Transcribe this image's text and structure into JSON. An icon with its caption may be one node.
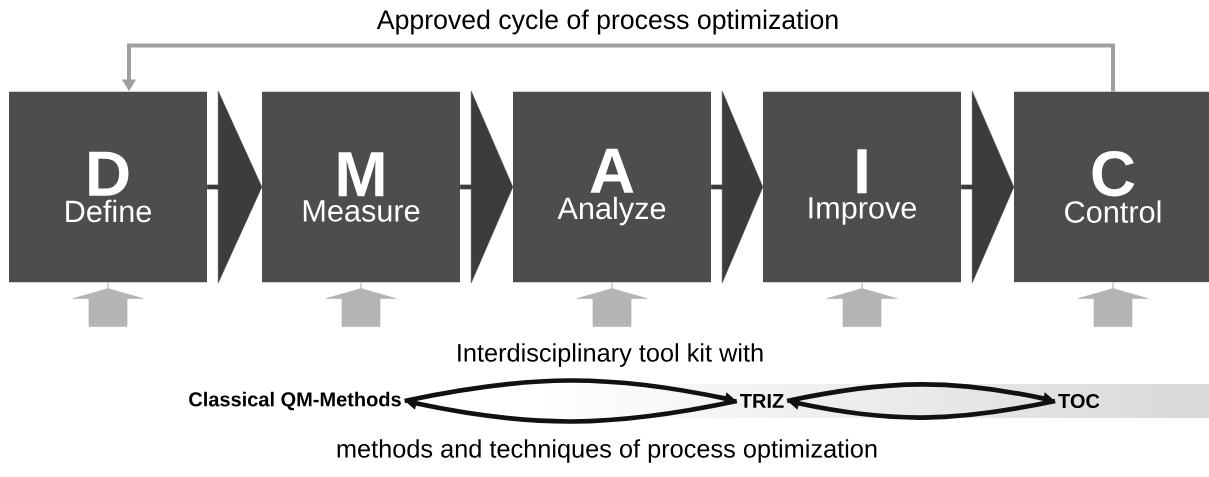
{
  "diagram": {
    "nodes": [
      {
        "text": [
          "D",
          "Define"
        ]
      },
      {
        "text": [
          "M",
          "Measure"
        ]
      },
      {
        "text": [
          "A",
          "Analyze"
        ]
      },
      {
        "text": [
          "I",
          "Improve"
        ]
      },
      {
        "text": [
          "C",
          "Control"
        ]
      },
      {
        "text": [
          "Classical QM-Methods"
        ]
      },
      {
        "text": [
          "TRIZ"
        ]
      },
      {
        "text": [
          "TOC"
        ]
      }
    ],
    "edges": [
      {
        "from": 0,
        "to": 1,
        "arrow": "to",
        "color": "#3c3c3c"
      },
      {
        "from": 1,
        "to": 2,
        "arrow": "to",
        "color": "#3c3c3c"
      },
      {
        "from": 2,
        "to": 3,
        "arrow": "to",
        "color": "#3c3c3c"
      },
      {
        "from": 3,
        "to": 4,
        "arrow": "to",
        "color": "#3c3c3c"
      },
      {
        "from": 4,
        "to": 0,
        "arrow": "to",
        "label": "Approved cycle of process optimization",
        "color": "#a0a0a0"
      },
      {
        "from": null,
        "to": 0,
        "arrow": "to",
        "color": "#b4b4b4"
      },
      {
        "from": null,
        "to": 1,
        "arrow": "to",
        "color": "#b4b4b4"
      },
      {
        "from": null,
        "to": 2,
        "arrow": "to",
        "color": "#b4b4b4"
      },
      {
        "from": null,
        "to": 3,
        "arrow": "to",
        "color": "#b4b4b4"
      },
      {
        "from": null,
        "to": 4,
        "arrow": "to",
        "color": "#b4b4b4"
      },
      {
        "from": 5,
        "to": 6,
        "arrow": "both",
        "color": "#111111"
      },
      {
        "from": 6,
        "to": 7,
        "arrow": "both",
        "color": "#111111"
      }
    ],
    "labels": [
      "Interdisciplinary tool kit with",
      "methods and techniques of process optimization"
    ]
  }
}
